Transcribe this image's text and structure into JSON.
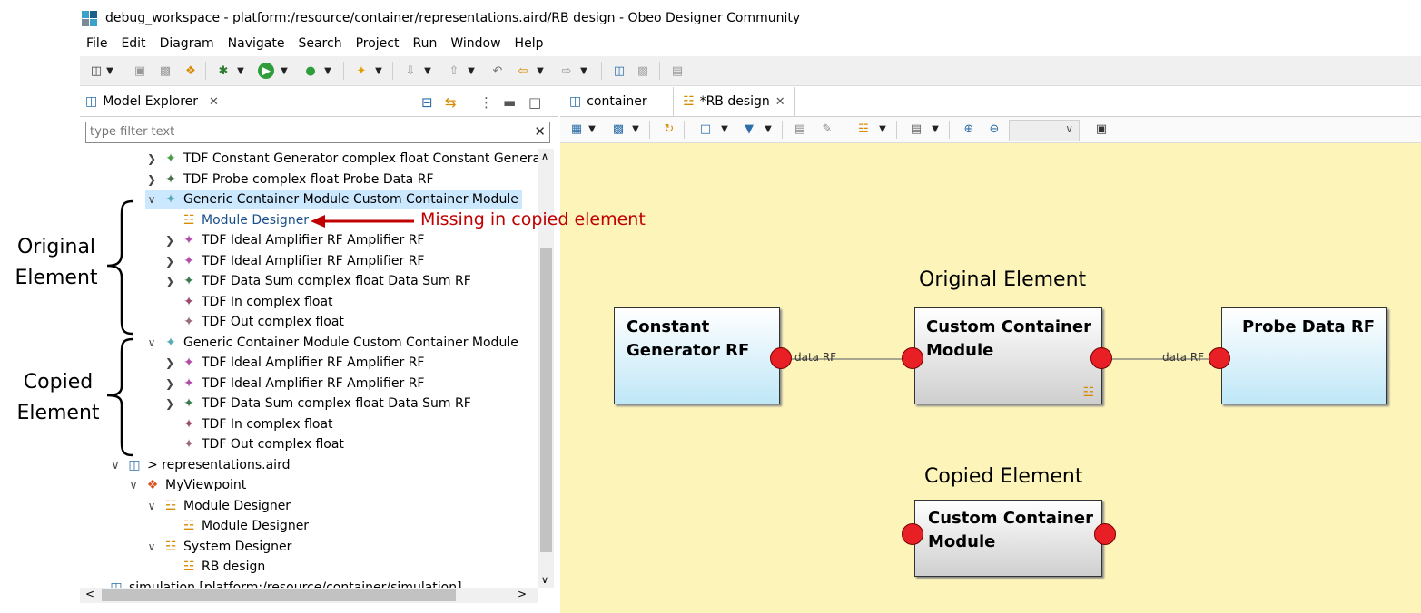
{
  "window": {
    "title": "debug_workspace - platform:/resource/container/representations.aird/RB design - Obeo Designer Community"
  },
  "menu": [
    "File",
    "Edit",
    "Diagram",
    "Navigate",
    "Search",
    "Project",
    "Run",
    "Window",
    "Help"
  ],
  "explorer": {
    "tab_label": "Model Explorer",
    "filter_placeholder": "type filter text",
    "tree": [
      {
        "label": "TDF Constant Generator complex float Constant Generator RF"
      },
      {
        "label": "TDF Probe complex float Probe Data RF"
      },
      {
        "label": "Generic Container Module Custom Container Module"
      },
      {
        "label": "Module Designer"
      },
      {
        "label": "TDF Ideal Amplifier RF Amplifier RF"
      },
      {
        "label": "TDF Ideal Amplifier RF Amplifier RF"
      },
      {
        "label": "TDF Data Sum complex float Data Sum RF"
      },
      {
        "label": "TDF In complex float"
      },
      {
        "label": "TDF Out complex float"
      },
      {
        "label": "Generic Container Module Custom Container Module"
      },
      {
        "label": "TDF Ideal Amplifier RF Amplifier RF"
      },
      {
        "label": "TDF Ideal Amplifier RF Amplifier RF"
      },
      {
        "label": "TDF Data Sum complex float Data Sum RF"
      },
      {
        "label": "TDF In complex float"
      },
      {
        "label": "TDF Out complex float"
      },
      {
        "label": "> representations.aird"
      },
      {
        "label": "MyViewpoint"
      },
      {
        "label": "Module Designer"
      },
      {
        "label": "Module Designer"
      },
      {
        "label": "System Designer"
      },
      {
        "label": "RB design"
      },
      {
        "label": "simulation [platform:/resource/container/simulation]"
      }
    ]
  },
  "annotations": {
    "original_line1": "Original",
    "original_line2": "Element",
    "copied_line1": "Copied",
    "copied_line2": "Element",
    "missing": "Missing in copied element"
  },
  "editor": {
    "tabs": [
      {
        "label": "container"
      },
      {
        "label": "*RB design"
      }
    ],
    "captions": {
      "original": "Original Element",
      "copied": "Copied Element"
    },
    "nodes": {
      "constant_generator": "Constant\nGenerator RF",
      "custom_container_original": "Custom Container\nModule",
      "probe": "Probe Data RF",
      "custom_container_copied": "Custom Container\nModule"
    },
    "edges": {
      "edge1_label": "data RF",
      "edge2_label": "data RF"
    }
  },
  "colors": {
    "canvas_bg": "#fcf4b9",
    "port_red": "#e81f24",
    "annotation_red": "#c00000",
    "selection": "#cce8ff"
  }
}
